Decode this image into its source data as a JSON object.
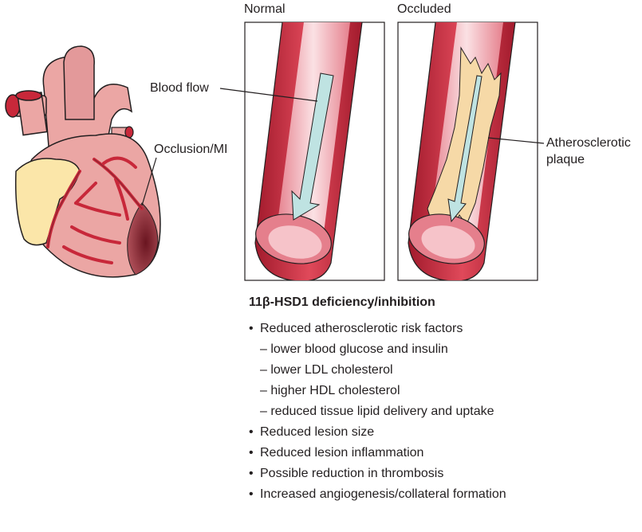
{
  "labels": {
    "normal": "Normal",
    "occluded": "Occluded",
    "blood_flow": "Blood flow",
    "occlusion_mi": "Occlusion/MI",
    "atherosclerotic_plaque": [
      "Atherosclerotic",
      "plaque"
    ]
  },
  "notes": {
    "title": "11β-HSD1 deficiency/inhibition",
    "items": [
      {
        "kind": "bullet",
        "text": "Reduced atherosclerotic risk factors"
      },
      {
        "kind": "sub",
        "text": "lower blood glucose and insulin"
      },
      {
        "kind": "sub",
        "text": "lower LDL cholesterol"
      },
      {
        "kind": "sub",
        "text": "higher HDL cholesterol"
      },
      {
        "kind": "sub",
        "text": "reduced tissue lipid delivery and uptake"
      },
      {
        "kind": "bullet",
        "text": "Reduced lesion size"
      },
      {
        "kind": "bullet",
        "text": "Reduced lesion inflammation"
      },
      {
        "kind": "bullet",
        "text": "Possible reduction in thrombosis"
      },
      {
        "kind": "bullet",
        "text": "Increased angiogenesis/collateral formation"
      }
    ]
  },
  "colors": {
    "artery_wall": "#c8283a",
    "artery_lumen": "#f2b4bc",
    "flow_arrow": "#bfe3e2",
    "plaque": "#f6d9a7",
    "heart_muscle": "#eba6a4",
    "fat": "#fbe6a9",
    "infarct": "#7a1f28"
  }
}
